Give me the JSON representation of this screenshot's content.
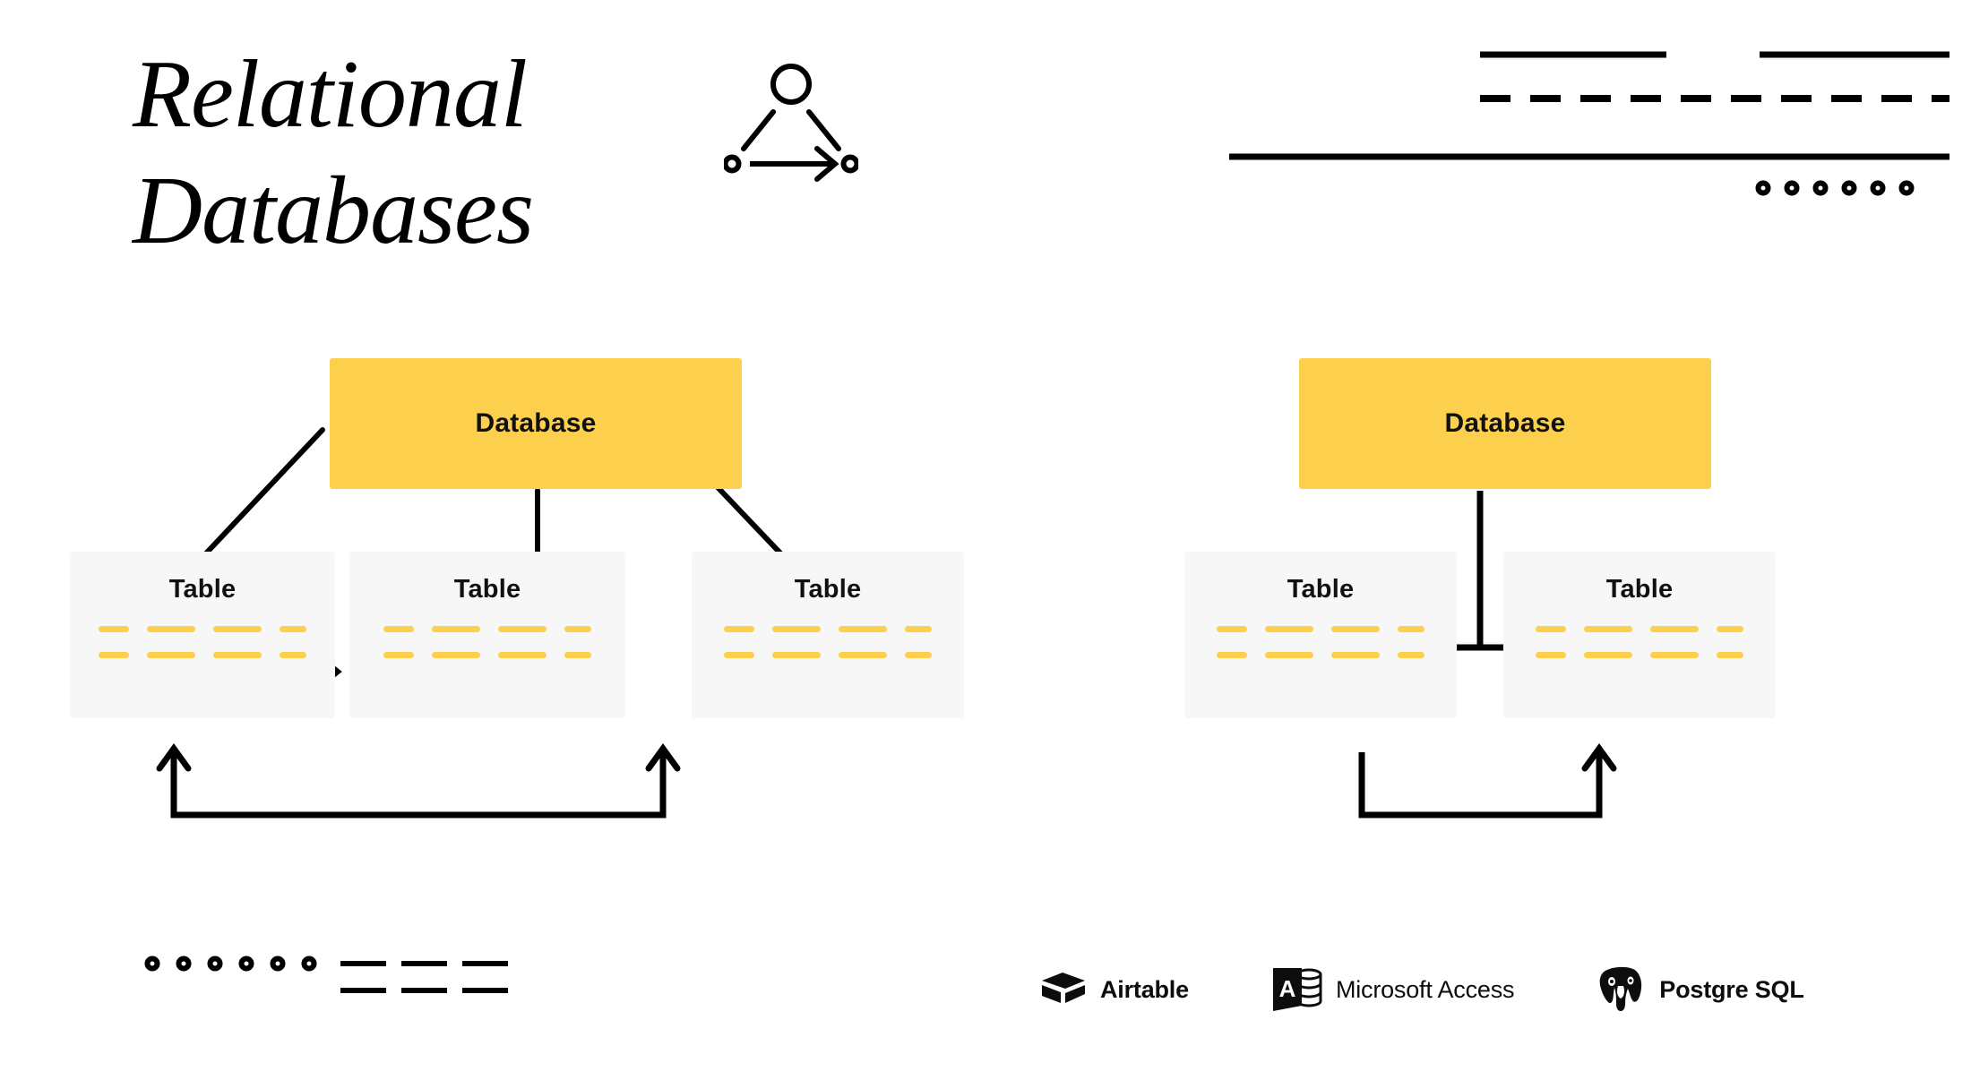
{
  "page": {
    "title_line_1": "Relational",
    "title_line_2": "Databases",
    "background": "#FFFFFF",
    "accent_yellow": "#FCCF4D",
    "card_gray": "#F7F7F7",
    "ink": "#111111"
  },
  "icons": {
    "header_relation": "relation-graph-icon",
    "deco_top_right": "decorative-lines-dots",
    "deco_bottom_left": "decorative-dots-lines"
  },
  "diagram_left": {
    "database": {
      "label": "Database"
    },
    "tables": [
      {
        "label": "Table"
      },
      {
        "label": "Table"
      },
      {
        "label": "Table"
      }
    ],
    "connectors": [
      "database-to-table-1-diagonal",
      "database-to-table-2-vertical",
      "database-to-table-3-diagonal",
      "table-1-to-table-2-arrow",
      "table-1-to-table-3-u-arrow-both"
    ]
  },
  "diagram_right": {
    "database": {
      "label": "Database"
    },
    "tables": [
      {
        "label": "Table"
      },
      {
        "label": "Table"
      }
    ],
    "connectors": [
      "database-vertical-with-terminator",
      "table-1-to-table-2-u-arrow-right"
    ]
  },
  "table_dash_rows": [
    [
      "w1",
      "w2",
      "w3",
      "w4"
    ],
    [
      "w1",
      "w2",
      "w3",
      "w4"
    ]
  ],
  "logos": [
    {
      "name": "Airtable",
      "icon": "airtable-logo-icon",
      "weight": "bold"
    },
    {
      "name": "Microsoft Access",
      "icon": "microsoft-access-logo-icon",
      "weight": "thin"
    },
    {
      "name": "Postgre SQL",
      "icon": "postgresql-elephant-logo-icon",
      "weight": "bold"
    }
  ]
}
